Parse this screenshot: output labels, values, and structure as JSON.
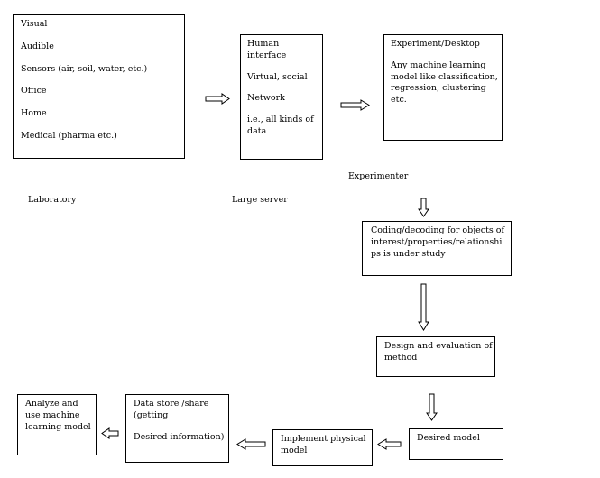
{
  "diagram": {
    "sources_box": {
      "items": [
        "Visual",
        "Audible",
        "Sensors (air, soil, water, etc.)",
        "Office",
        "Home",
        "Medical (pharma etc.)"
      ]
    },
    "laboratory_label": "Laboratory",
    "server_box": {
      "line1": "Human",
      "line2": "interface",
      "line3": "Virtual, social",
      "line4": "Network",
      "line5": "i.e., all kinds of",
      "line6": "data"
    },
    "large_server_label": "Large server",
    "experiment_box": {
      "title": "Experiment/Desktop",
      "line1": "Any machine learning",
      "line2": "model like classification,",
      "line3": "regression, clustering",
      "line4": "etc."
    },
    "experimenter_label": "Experimenter",
    "coding_box": {
      "line1": "Coding/decoding for objects of",
      "line2": "interest/properties/relationshi",
      "line3": "ps is under study"
    },
    "design_box": {
      "line1": "Design and evaluation of",
      "line2": "method"
    },
    "desired_model_box": {
      "label": "Desired model"
    },
    "implement_box": {
      "line1": "Implement physical",
      "line2": "model"
    },
    "datastore_box": {
      "line1": "Data store /share",
      "line2": "(getting",
      "line3": "Desired information)"
    },
    "analyze_box": {
      "line1": "Analyze and",
      "line2": "use machine",
      "line3": "learning model"
    }
  }
}
